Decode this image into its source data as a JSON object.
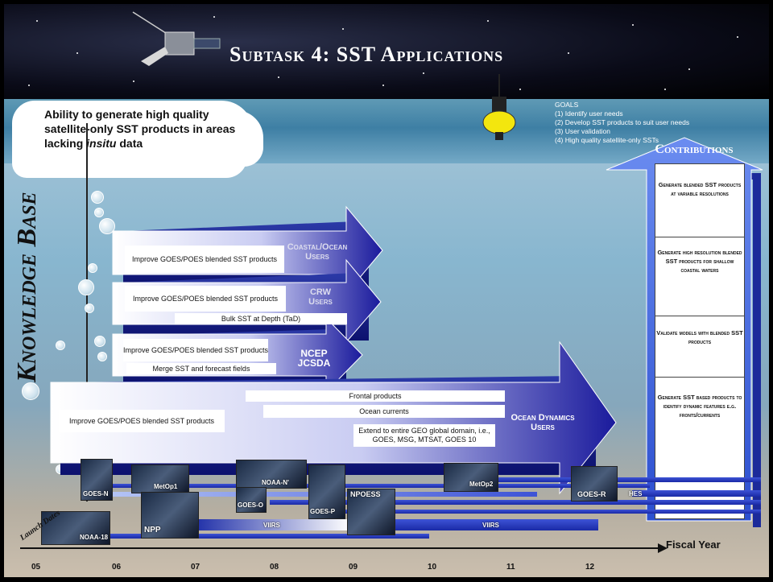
{
  "title": "Subtask 4:  SST Applications",
  "cloud_text": {
    "line1": "Ability to generate high quality",
    "line2": "satellite-only SST products in areas",
    "line3_pre": "lacking ",
    "line3_em": "insitu",
    "line3_post": " data"
  },
  "knowledge_base": "Knowledge Base",
  "goals": {
    "heading": "GOALS",
    "items": [
      "(1) Identify user needs",
      "(2) Develop SST products to suit user needs",
      "(3) User validation",
      "(4) High quality satellite-only SSTs"
    ]
  },
  "arrows": [
    {
      "user": "Coastal/Ocean\nUsers",
      "boxes": [
        "Improve GOES/POES blended SST products"
      ]
    },
    {
      "user": "CRW\nUsers",
      "boxes": [
        "Improve GOES/POES blended SST products",
        "Bulk SST at Depth (TaD)"
      ]
    },
    {
      "user": "NCEP\nJCSDA",
      "boxes": [
        "Improve GOES/POES blended SST products",
        "Merge SST and forecast fields"
      ]
    },
    {
      "user": "Ocean Dynamics\nUsers",
      "boxes": [
        "Frontal products",
        "Ocean currents",
        "Improve GOES/POES blended SST products",
        "Extend to entire GEO global domain, i.e., GOES, MSG, MTSAT, GOES 10"
      ]
    }
  ],
  "contributions": {
    "heading": "Contributions",
    "items": [
      "Generate blended SST products at variable resolutions",
      "Generate high resolution blended SST products for shallow coastal waters",
      "Validate models with blended SST products",
      "Generate SST based products to identify dynamic features e.g. fronts/currents"
    ]
  },
  "satellites": [
    "GOES-N",
    "MetOp1",
    "NOAA-18",
    "NPP",
    "NOAA-N'",
    "GOES-O",
    "GOES-P",
    "NPOESS",
    "MetOp2",
    "GOES-R"
  ],
  "bar_labels": {
    "viirs1": "VIIRS",
    "viirs2": "VIIRS",
    "hes": "HES"
  },
  "launch_dates": "Launch Dates",
  "fiscal_year": "Fiscal Year",
  "years": [
    "05",
    "06",
    "07",
    "08",
    "09",
    "10",
    "11",
    "12"
  ],
  "colors": {
    "arrow_dark": "#1a1a9c",
    "arrow_light": "#ffffff",
    "contrib_blue": "#3f66d6"
  }
}
